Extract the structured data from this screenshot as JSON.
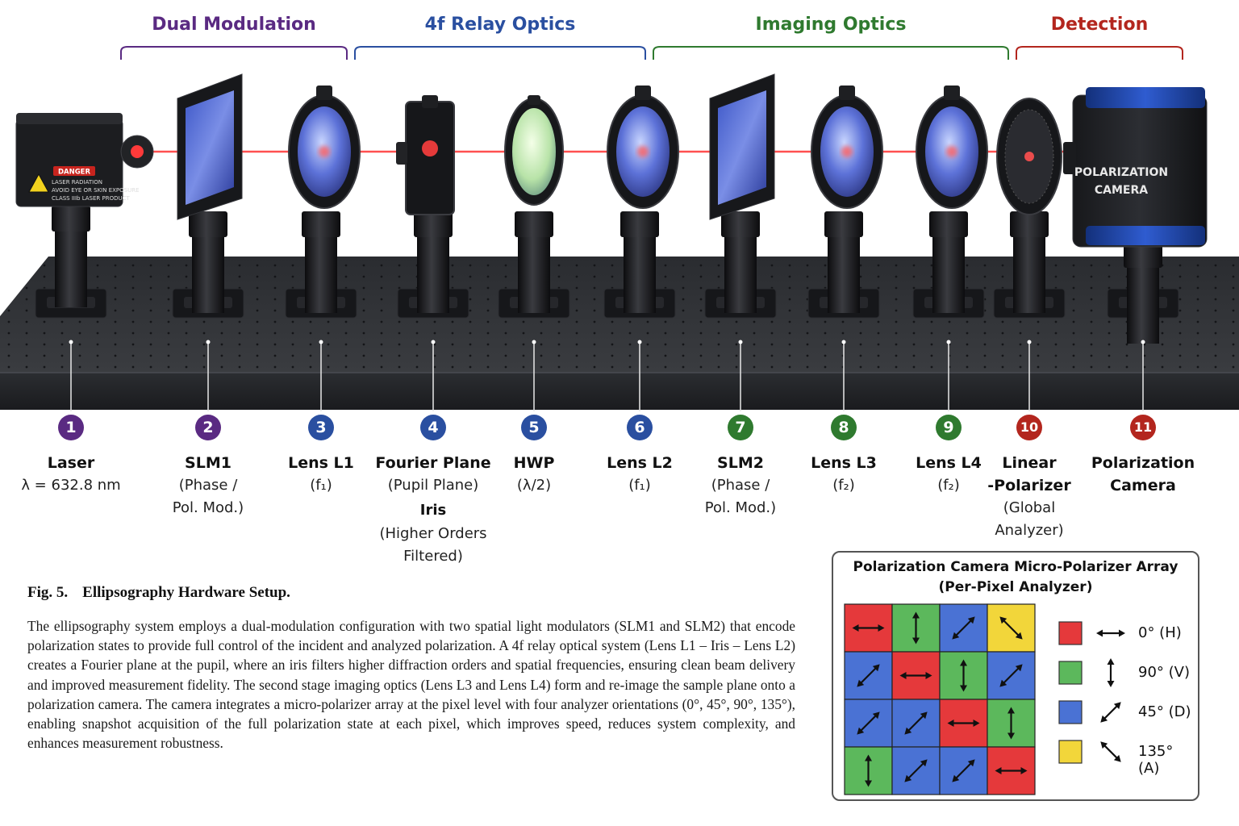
{
  "groups": [
    {
      "title": "Dual Modulation",
      "color": "#5a2a82"
    },
    {
      "title": "4f Relay Optics",
      "color": "#2a4fa0"
    },
    {
      "title": "Imaging Optics",
      "color": "#2f7a2f"
    },
    {
      "title": "Detection",
      "color": "#b3261e"
    }
  ],
  "components": [
    {
      "num": "1",
      "name": "Laser",
      "sub": "λ = 632.8 nm",
      "color": "#5a2a82"
    },
    {
      "num": "2",
      "name": "SLM1",
      "sub": "(Phase /\nPol. Mod.)",
      "color": "#5a2a82"
    },
    {
      "num": "3",
      "name": "Lens L1",
      "sub": "(f₁)",
      "color": "#2a4fa0"
    },
    {
      "num": "4",
      "name": "Fourier Plane",
      "sub": "(Pupil Plane)",
      "extra": "Iris",
      "extra_sub": "(Higher Orders\nFiltered)",
      "color": "#2a4fa0"
    },
    {
      "num": "5",
      "name": "HWP",
      "sub": "(λ/2)",
      "color": "#2a4fa0"
    },
    {
      "num": "6",
      "name": "Lens L2",
      "sub": "(f₁)",
      "color": "#2a4fa0"
    },
    {
      "num": "7",
      "name": "SLM2",
      "sub": "(Phase /\nPol. Mod.)",
      "color": "#2f7a2f"
    },
    {
      "num": "8",
      "name": "Lens L3",
      "sub": "(f₂)",
      "color": "#2f7a2f"
    },
    {
      "num": "9",
      "name": "Lens L4",
      "sub": "(f₂)",
      "color": "#2f7a2f"
    },
    {
      "num": "10",
      "name": "Linear\n-Polarizer",
      "sub": "(Global\nAnalyzer)",
      "color": "#b3261e"
    },
    {
      "num": "11",
      "name": "Polarization\nCamera",
      "sub": "",
      "color": "#b3261e"
    }
  ],
  "laser_labels": [
    "DANGER",
    "LASER RADIATION",
    "AVOID EYE OR SKIN EXPOSURE",
    "CLASS IIIb LASER PRODUCT"
  ],
  "camera_label": [
    "POLARIZATION",
    "CAMERA"
  ],
  "caption": {
    "label": "Fig. 5.",
    "title": "Ellipsography Hardware Setup.",
    "body": "The ellipsography system employs a dual-modulation configuration with two spatial light modulators (SLM1 and SLM2) that encode polarization states to provide full control of the incident and analyzed polarization. A 4f relay optical system (Lens L1 – Iris – Lens L2) creates a Fourier plane at the pupil, where an iris filters higher diffraction orders and spatial frequencies, ensuring clean beam delivery and improved measurement fidelity. The second stage imaging optics (Lens L3 and Lens L4) form and re-image the sample plane onto a polarization camera. The camera integrates a micro-polarizer array at the pixel level with four analyzer orientations (0°, 45°, 90°, 135°), enabling snapshot acquisition of the full polarization state at each pixel, which improves speed, reduces system complexity, and enhances measurement robustness."
  },
  "inset": {
    "title_line1": "Polarization Camera Micro-Polarizer Array",
    "title_line2": "(Per-Pixel Analyzer)",
    "grid": [
      [
        "H",
        "V",
        "D",
        "A"
      ],
      [
        "D",
        "H",
        "V",
        "D"
      ],
      [
        "D",
        "D",
        "H",
        "V"
      ],
      [
        "V",
        "D",
        "D",
        "H"
      ]
    ],
    "legend": [
      {
        "key": "H",
        "label": "0° (H)",
        "color": "#e5393b"
      },
      {
        "key": "V",
        "label": "90° (V)",
        "color": "#5cb85c"
      },
      {
        "key": "D",
        "label": "45° (D)",
        "color": "#4a72d4"
      },
      {
        "key": "A",
        "label": "135° (A)",
        "color": "#f2d63a"
      }
    ]
  }
}
